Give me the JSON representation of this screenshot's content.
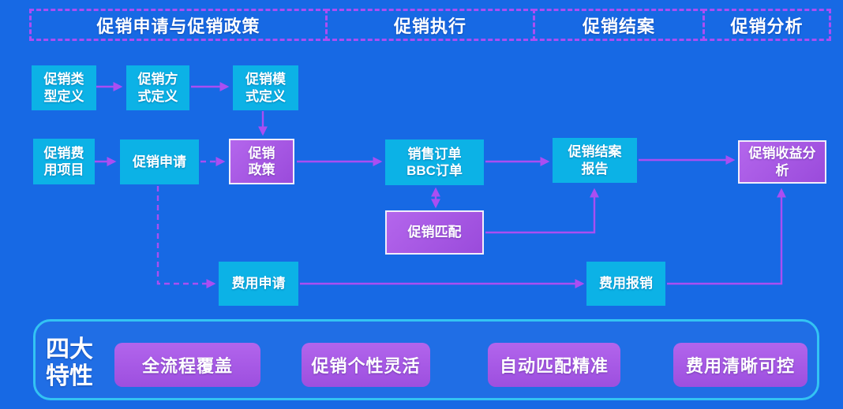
{
  "phases": [
    {
      "label": "促销申请与促销政策"
    },
    {
      "label": "促销执行"
    },
    {
      "label": "促销结案"
    },
    {
      "label": "促销分析"
    }
  ],
  "nodes": {
    "promo_type": {
      "lines": [
        "促销类",
        "型定义"
      ]
    },
    "promo_method": {
      "lines": [
        "促销方",
        "式定义"
      ]
    },
    "promo_mode": {
      "lines": [
        "促销模",
        "式定义"
      ]
    },
    "promo_expense_item": {
      "lines": [
        "促销费",
        "用项目"
      ]
    },
    "promo_apply": {
      "lines": [
        "促销申请"
      ]
    },
    "promo_policy": {
      "lines": [
        "促销",
        "政策"
      ]
    },
    "sales_order": {
      "lines": [
        "销售订单",
        "BBC订单"
      ]
    },
    "closing_report": {
      "lines": [
        "促销结案",
        "报告"
      ]
    },
    "revenue_analysis": {
      "lines": [
        "促销收益分",
        "析"
      ]
    },
    "promo_match": {
      "lines": [
        "促销匹配"
      ]
    },
    "expense_apply": {
      "lines": [
        "费用申请"
      ]
    },
    "expense_reimburse": {
      "lines": [
        "费用报销"
      ]
    }
  },
  "features": {
    "title_lines": [
      "四大",
      "特性"
    ],
    "items": [
      {
        "label": "全流程覆盖"
      },
      {
        "label": "促销个性灵活"
      },
      {
        "label": "自动匹配精准"
      },
      {
        "label": "费用清晰可控"
      }
    ]
  },
  "colors": {
    "background": "#1769e4",
    "cyan_node": "#0cb2e6",
    "purple_node": "#a558e3",
    "purple_node_border": "#f2edfb",
    "connector_purple": "#aa4ef2",
    "phase_border_purple": "#ad4df3",
    "panel_border_cyan": "#33c3f3",
    "text": "#ffffff"
  }
}
